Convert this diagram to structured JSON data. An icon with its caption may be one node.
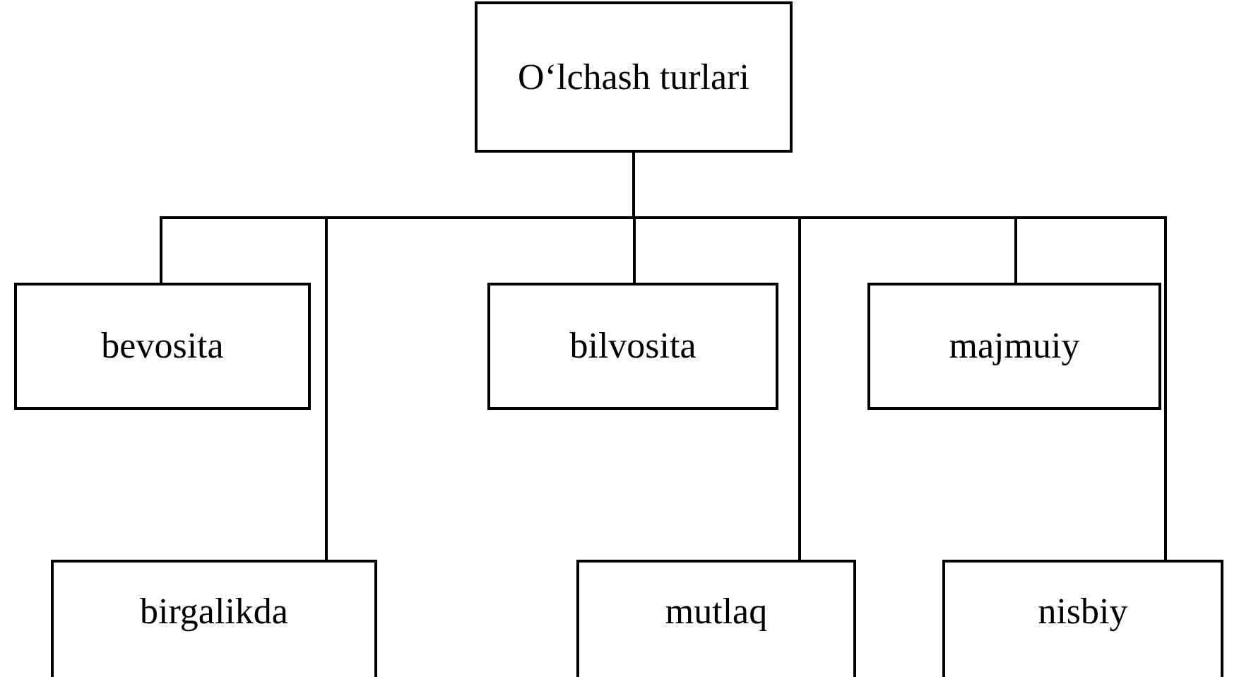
{
  "diagram": {
    "nodes": [
      {
        "text": [
          "O‘lchash turlari"
        ]
      },
      {
        "text": [
          "bevosita"
        ]
      },
      {
        "text": [
          "bilvosita"
        ]
      },
      {
        "text": [
          "majmuiy"
        ]
      },
      {
        "text": [
          "birgalikda"
        ]
      },
      {
        "text": [
          "mutlaq"
        ]
      },
      {
        "text": [
          "nisbiy"
        ]
      }
    ],
    "edges": [
      {
        "from": 0,
        "to": 1,
        "arrow": "none"
      },
      {
        "from": 0,
        "to": 2,
        "arrow": "none"
      },
      {
        "from": 0,
        "to": 3,
        "arrow": "none"
      },
      {
        "from": 0,
        "to": 4,
        "arrow": "none"
      },
      {
        "from": 0,
        "to": 5,
        "arrow": "none"
      },
      {
        "from": 0,
        "to": 6,
        "arrow": "none"
      }
    ]
  }
}
